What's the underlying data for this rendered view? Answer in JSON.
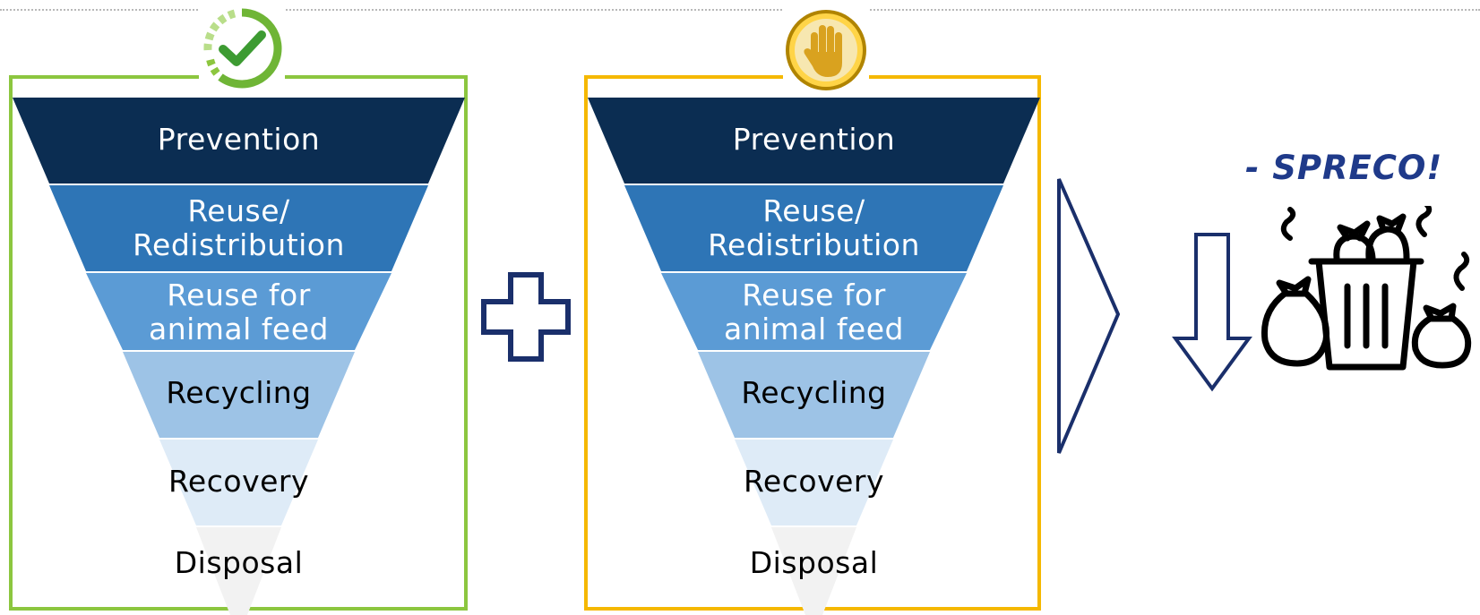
{
  "funnel_left": {
    "levels": [
      {
        "label": "Prevention"
      },
      {
        "label": "Reuse/\nRedistribution"
      },
      {
        "label": "Reuse for\nanimal feed"
      },
      {
        "label": "Recycling"
      },
      {
        "label": "Recovery"
      },
      {
        "label": "Disposal"
      }
    ],
    "frame_color": "#8cc63f",
    "badge_icon": "check-icon"
  },
  "funnel_right": {
    "levels": [
      {
        "label": "Prevention"
      },
      {
        "label": "Reuse/\nRedistribution"
      },
      {
        "label": "Reuse for\nanimal feed"
      },
      {
        "label": "Recycling"
      },
      {
        "label": "Recovery"
      },
      {
        "label": "Disposal"
      }
    ],
    "frame_color": "#f5b800",
    "badge_icon": "stop-hand-icon"
  },
  "level_colors": [
    "#0b2d52",
    "#2e75b6",
    "#5b9bd5",
    "#9dc3e6",
    "#deebf7",
    "#f2f2f2"
  ],
  "connector_icons": [
    "plus-icon",
    "chevron-right-icon",
    "down-arrow-icon",
    "trash-bin-icon"
  ],
  "result": {
    "label": "- SPRECO!"
  },
  "accent_color": "#1f3a8a"
}
